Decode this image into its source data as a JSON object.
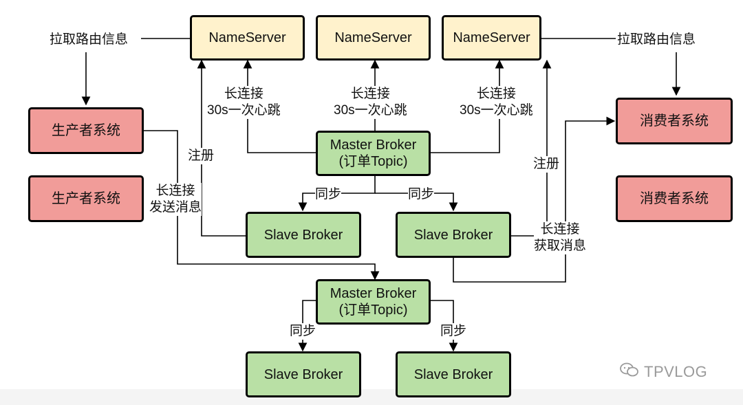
{
  "nameservers": [
    "NameServer",
    "NameServer",
    "NameServer"
  ],
  "producers": [
    "生产者系统",
    "生产者系统"
  ],
  "consumers": [
    "消费者系统",
    "消费者系统"
  ],
  "brokers": {
    "master1": {
      "line1": "Master Broker",
      "line2": "(订单Topic)"
    },
    "master2": {
      "line1": "Master Broker",
      "line2": "(订单Topic)"
    },
    "slave1": "Slave Broker",
    "slave2": "Slave Broker",
    "slave3": "Slave Broker",
    "slave4": "Slave Broker"
  },
  "labels": {
    "pull_route_left": "拉取路由信息",
    "pull_route_right": "拉取路由信息",
    "heartbeat_line1": "长连接",
    "heartbeat_line2": "30s一次心跳",
    "register": "注册",
    "send_line1": "长连接",
    "send_line2": "发送消息",
    "fetch_line1": "长连接",
    "fetch_line2": "获取消息",
    "sync": "同步"
  },
  "watermark": "TPVLOG"
}
